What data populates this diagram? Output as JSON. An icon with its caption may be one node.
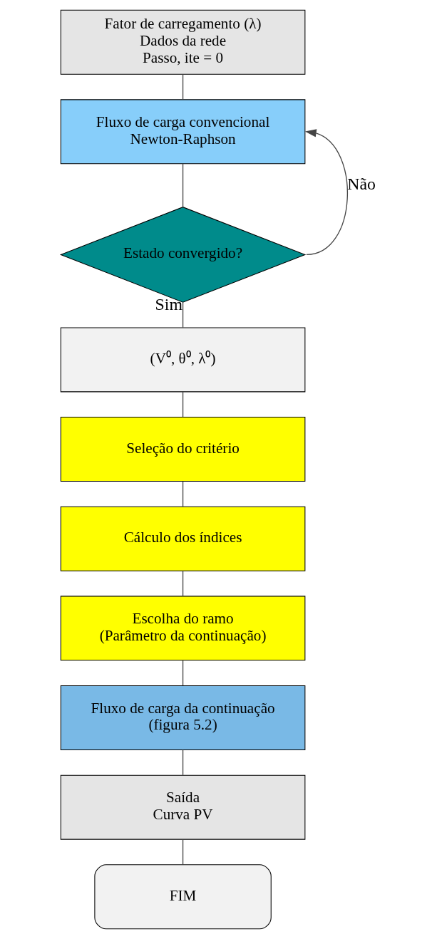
{
  "diagram": {
    "nodes": [
      {
        "text": [
          "Fator de carregamento (λ)",
          "Dados da rede",
          "Passo, ite = 0"
        ]
      },
      {
        "text": [
          "Fluxo de carga convencional",
          "Newton-Raphson"
        ]
      },
      {
        "text": [
          "Estado convergido?"
        ]
      },
      {
        "text": [
          "(V⁰, θ⁰, λ⁰)"
        ]
      },
      {
        "text": [
          "Seleção do critério"
        ]
      },
      {
        "text": [
          "Cálculo dos índices"
        ]
      },
      {
        "text": [
          "Escolha do ramo",
          "(Parâmetro da continuação)"
        ]
      },
      {
        "text": [
          "Fluxo de carga da continuação",
          "(figura 5.2)"
        ]
      },
      {
        "text": [
          "Saída",
          "Curva PV"
        ]
      },
      {
        "text": [
          "FIM"
        ]
      }
    ],
    "edges": [
      {
        "from": 0,
        "to": 1,
        "arrow": "none"
      },
      {
        "from": 1,
        "to": 2,
        "arrow": "none"
      },
      {
        "from": 2,
        "to": 3,
        "arrow": "none",
        "label": "Sim"
      },
      {
        "from": 3,
        "to": 4,
        "arrow": "none"
      },
      {
        "from": 4,
        "to": 5,
        "arrow": "none"
      },
      {
        "from": 5,
        "to": 6,
        "arrow": "none"
      },
      {
        "from": 6,
        "to": 7,
        "arrow": "none"
      },
      {
        "from": 7,
        "to": 8,
        "arrow": "none"
      },
      {
        "from": 8,
        "to": 9,
        "arrow": "none"
      },
      {
        "from": 2,
        "to": 1,
        "arrow": "to",
        "label": "Não"
      }
    ]
  }
}
